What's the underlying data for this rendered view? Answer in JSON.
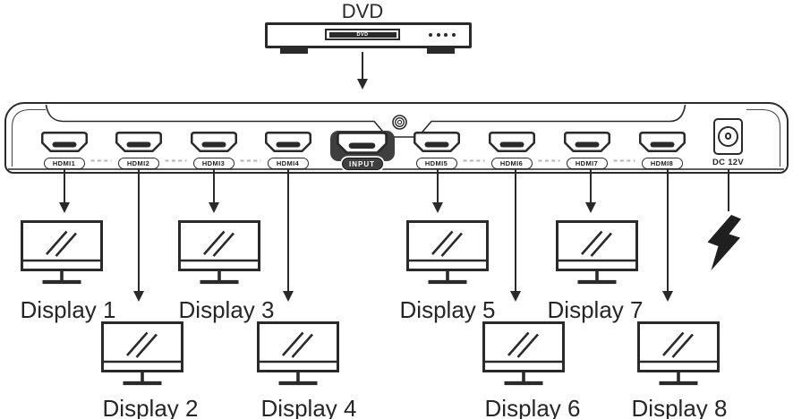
{
  "source": {
    "label": "DVD",
    "player_screen_label": "DVD"
  },
  "splitter": {
    "input": {
      "label": "INPUT"
    },
    "outputs": [
      {
        "label": "HDMI1"
      },
      {
        "label": "HDMI2"
      },
      {
        "label": "HDMI3"
      },
      {
        "label": "HDMI4"
      },
      {
        "label": "HDMI5"
      },
      {
        "label": "HDMI6"
      },
      {
        "label": "HDMI7"
      },
      {
        "label": "HDMI8"
      }
    ],
    "power": {
      "label": "DC 12V"
    }
  },
  "displays": [
    {
      "label": "Display 1"
    },
    {
      "label": "Display 2"
    },
    {
      "label": "Display 3"
    },
    {
      "label": "Display 4"
    },
    {
      "label": "Display 5"
    },
    {
      "label": "Display 6"
    },
    {
      "label": "Display 7"
    },
    {
      "label": "Display 8"
    }
  ],
  "colors": {
    "ink": "#2a2a2a",
    "input_pad": "#3f3f3f",
    "dash": "#b3b3b3"
  }
}
